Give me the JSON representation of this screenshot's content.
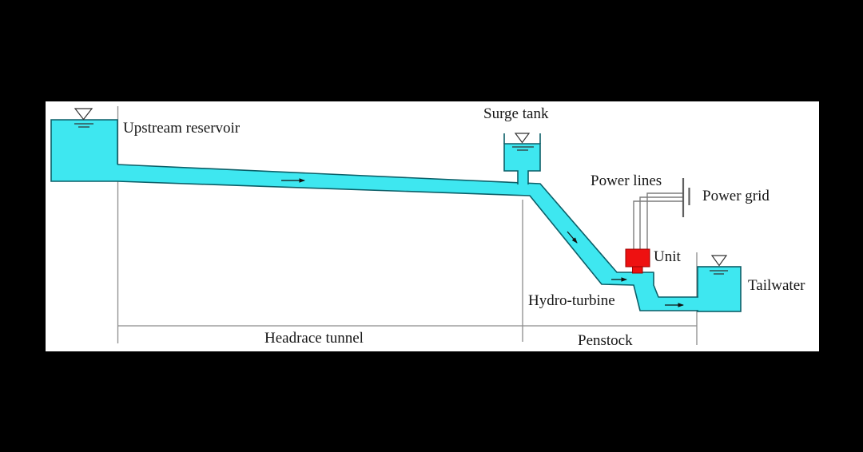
{
  "figure": {
    "description": "Schematic diagram of a hydropower plant water conveyance system"
  },
  "labels": {
    "upstream_reservoir": "Upstream reservoir",
    "surge_tank": "Surge tank",
    "power_lines": "Power lines",
    "power_grid": "Power grid",
    "unit": "Unit",
    "tailwater": "Tailwater",
    "hydro_turbine": "Hydro-turbine",
    "headrace_tunnel": "Headrace tunnel",
    "penstock": "Penstock"
  },
  "icons": {
    "water_level_symbol": "open-triangle-down-with-surface-lines",
    "flow_arrow": "right-arrow",
    "power_grid_symbol": "double-bus-bars"
  },
  "colors": {
    "page_bg": "#000000",
    "panel_bg": "#ffffff",
    "water_fill": "#3ee7f0",
    "water_stroke": "#0c5f68",
    "unit_fill": "#ee1111",
    "unit_stroke": "#9b0000",
    "dim_gray": "#8c8c8c",
    "power_gray": "#7d7d7d",
    "bar_gray": "#5f5f5f",
    "arrow_black": "#111111",
    "level_stroke": "#333333",
    "text": "#161616"
  }
}
